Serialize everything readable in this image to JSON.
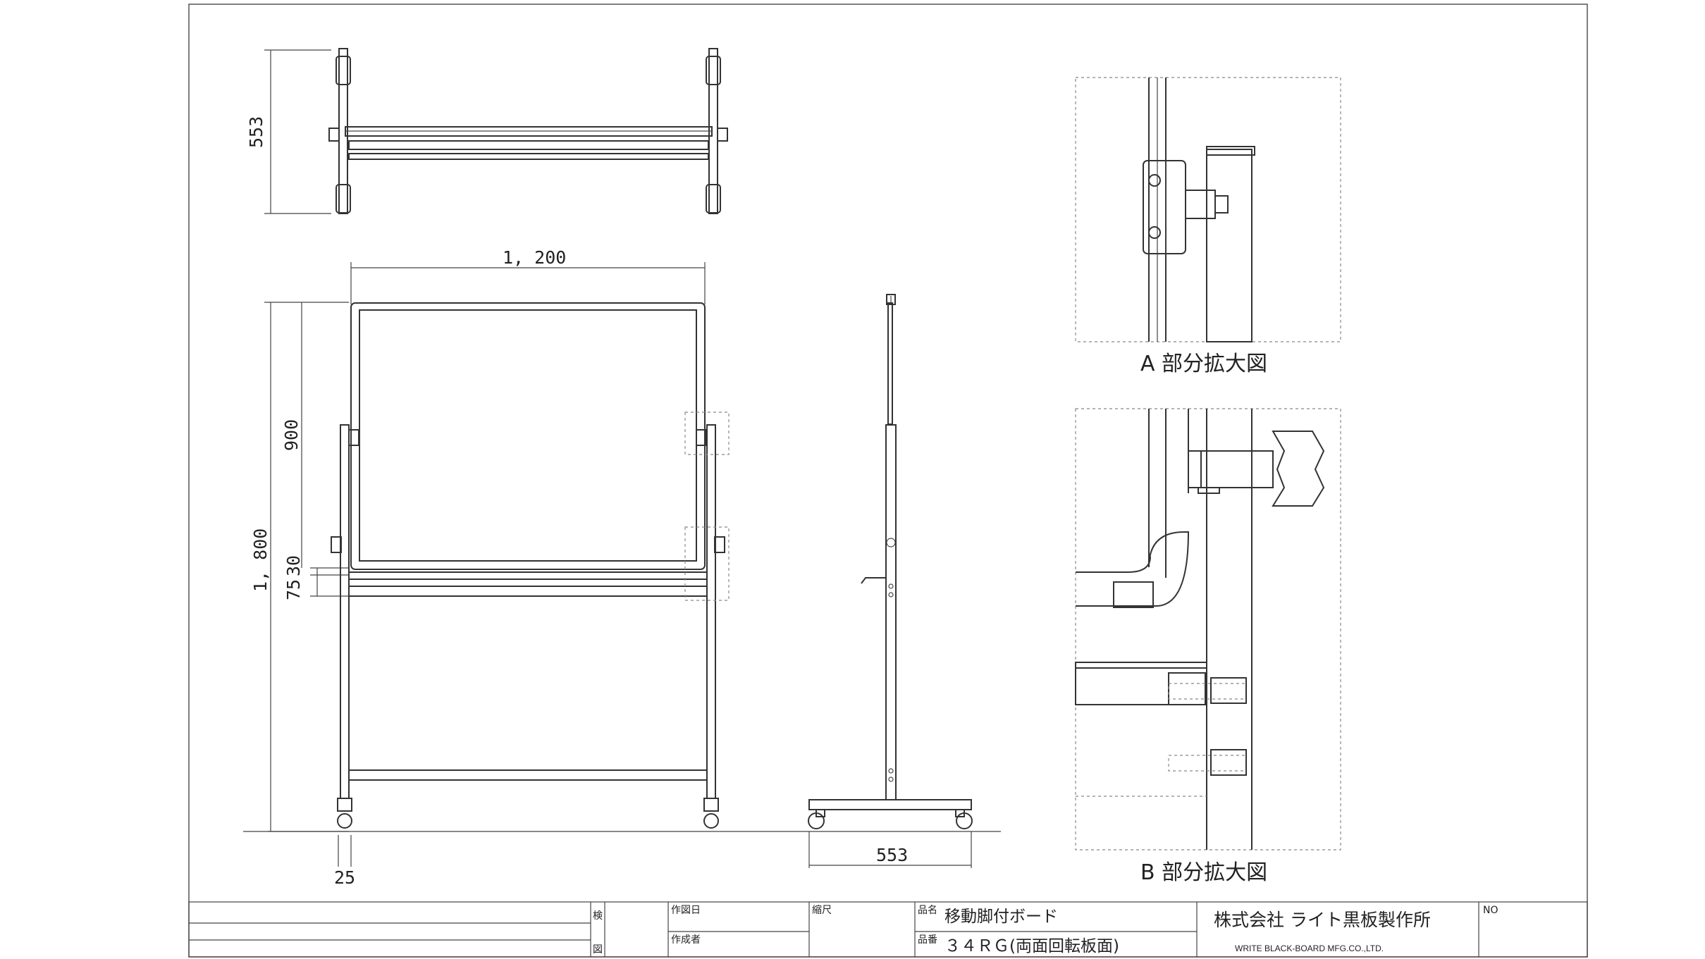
{
  "dimensions": {
    "top_depth": "553",
    "board_width": "1, 200",
    "board_height": "900",
    "overall_height": "1, 800",
    "offset_75": "75",
    "offset_30": "30",
    "caster": "25",
    "base_width": "553"
  },
  "details": {
    "a_caption": "A 部分拡大図",
    "b_caption": "B 部分拡大図"
  },
  "title_block": {
    "check_label_1": "検",
    "check_label_2": "図",
    "drawn_date_label": "作図日",
    "author_label": "作成者",
    "scale_label": "縮尺",
    "product_name_label": "品名",
    "product_name": "移動脚付ボード",
    "product_number_label": "品番",
    "product_number": "３４ＲＧ(両面回転板面)",
    "company_jp": "株式会社 ライト黒板製作所",
    "company_en": "WRITE BLACK-BOARD MFG.CO.,LTD.",
    "no_label": "NO"
  }
}
